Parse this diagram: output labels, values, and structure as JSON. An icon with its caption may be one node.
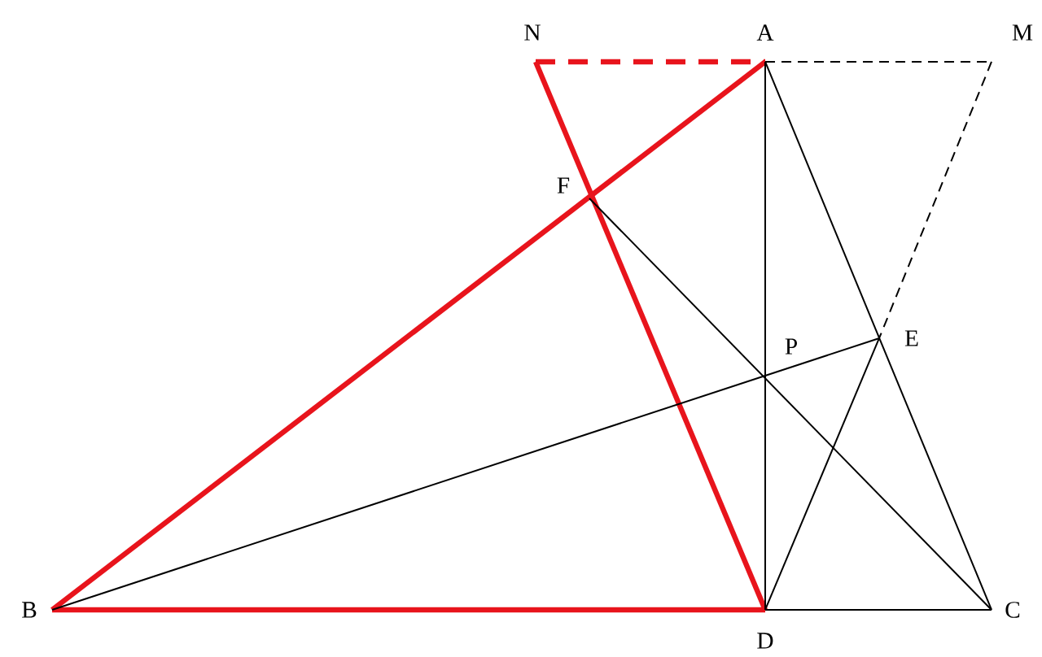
{
  "diagram": {
    "nodes": [
      {
        "text": [
          "N"
        ]
      },
      {
        "text": [
          "A"
        ]
      },
      {
        "text": [
          "M"
        ]
      },
      {
        "text": [
          "F"
        ]
      },
      {
        "text": [
          "P"
        ]
      },
      {
        "text": [
          "E"
        ]
      },
      {
        "text": [
          "B"
        ]
      },
      {
        "text": [
          "D"
        ]
      },
      {
        "text": [
          "C"
        ]
      }
    ],
    "edges": [
      {
        "from": 0,
        "to": 1,
        "arrow": "none",
        "style": "dashed",
        "color": "#e8141c"
      },
      {
        "from": 1,
        "to": 2,
        "arrow": "none",
        "style": "dashed"
      },
      {
        "from": 2,
        "to": 5,
        "arrow": "none",
        "style": "dashed"
      },
      {
        "from": 1,
        "to": 6,
        "arrow": "none",
        "style": "thick",
        "color": "#e8141c"
      },
      {
        "from": 6,
        "to": 7,
        "arrow": "none",
        "style": "thick",
        "color": "#e8141c"
      },
      {
        "from": 0,
        "to": 7,
        "arrow": "none",
        "style": "thick",
        "color": "#e8141c"
      },
      {
        "from": 7,
        "to": 8,
        "arrow": "none"
      },
      {
        "from": 1,
        "to": 7,
        "arrow": "none"
      },
      {
        "from": 1,
        "to": 8,
        "arrow": "none"
      },
      {
        "from": 6,
        "to": 5,
        "arrow": "none"
      },
      {
        "from": 3,
        "to": 8,
        "arrow": "none"
      },
      {
        "from": 7,
        "to": 5,
        "arrow": "none"
      }
    ]
  }
}
